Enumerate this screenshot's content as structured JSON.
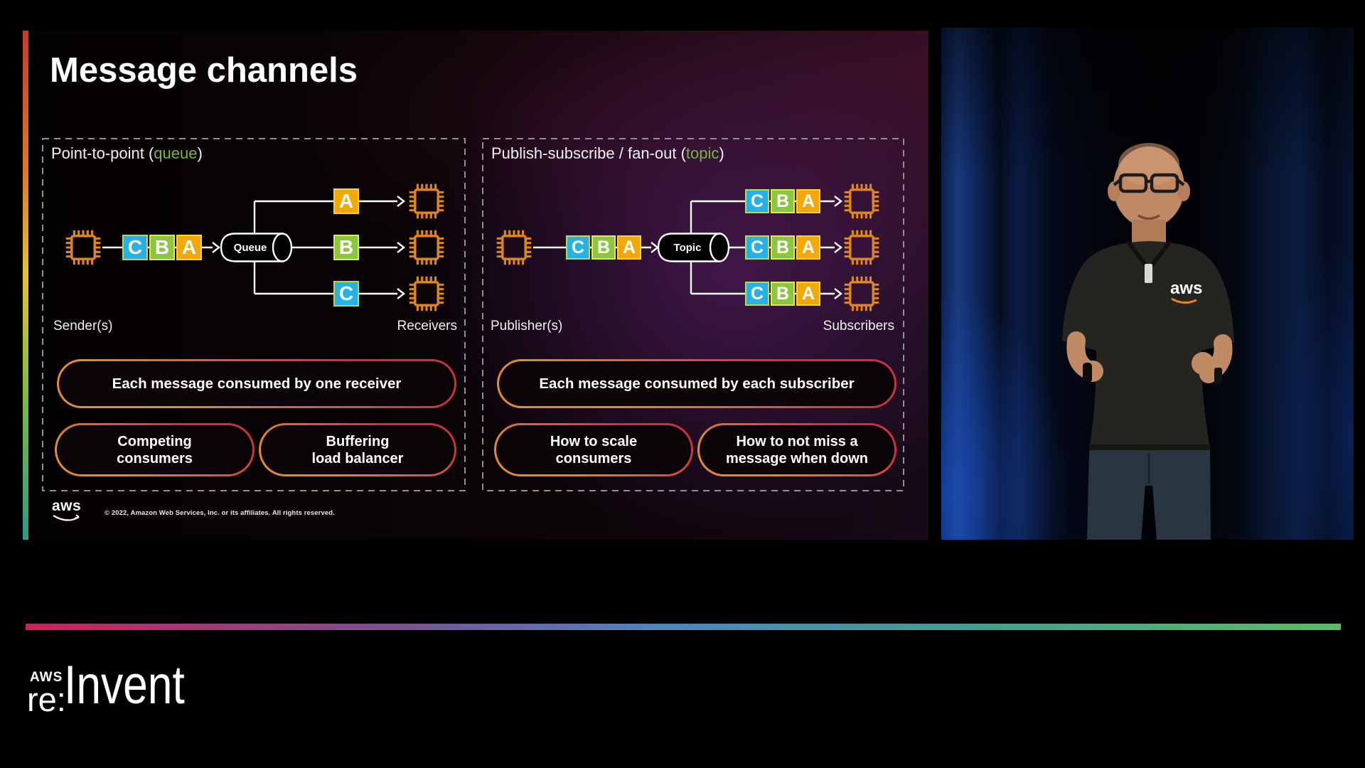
{
  "colors": {
    "accent-green": "#79b43f",
    "msg-c-fill": "#28b1e6",
    "msg-c-border": "#bcd84a",
    "msg-b-fill": "#8cc63f",
    "msg-b-border": "#d9e95c",
    "msg-a-fill": "#f0a80a",
    "msg-a-border": "#fed030",
    "chip-orange": "#e0861c",
    "pill-g1": "#e08c2e",
    "pill-g2": "#c63440",
    "panel-dash": "#8d9394",
    "vbar-1": "#c43a2c",
    "vbar-2": "#dd7a28",
    "vbar-3": "#e5c235",
    "vbar-4": "#7fb944",
    "vbar-5": "#2f9a86",
    "hbar-1": "#cf1f5e",
    "hbar-2": "#7e4f96",
    "hbar-3": "#4b85c4",
    "hbar-4": "#3aa394",
    "hbar-5": "#55c05e"
  },
  "slide": {
    "title": "Message channels",
    "panels": [
      {
        "header": {
          "pre": "Point-to-point (",
          "accent": "queue",
          "post": ")"
        },
        "source_label": "Sender(s)",
        "dest_label": "Receivers",
        "channel_label": "Queue",
        "message_letters": [
          "C",
          "B",
          "A"
        ],
        "branch_letters": [
          "A",
          "B",
          "C"
        ],
        "main_pill": "Each message consumed by one receiver",
        "sub_pills": [
          {
            "line1": "Competing",
            "line2": "consumers"
          },
          {
            "line1": "Buffering",
            "line2": "load balancer"
          }
        ]
      },
      {
        "header": {
          "pre": "Publish-subscribe / fan-out (",
          "accent": "topic",
          "post": ")"
        },
        "source_label": "Publisher(s)",
        "dest_label": "Subscribers",
        "channel_label": "Topic",
        "message_letters": [
          "C",
          "B",
          "A"
        ],
        "main_pill": "Each message consumed by each subscriber",
        "sub_pills": [
          {
            "line1": "How to scale",
            "line2": "consumers"
          },
          {
            "line1": "How to not miss a",
            "line2": "message when down"
          }
        ]
      }
    ],
    "footer": {
      "logo_text": "aws",
      "copyright": "© 2022, Amazon Web Services, Inc. or its affiliates. All rights reserved."
    }
  },
  "presenter": {
    "shirt_logo": "aws"
  },
  "branding": {
    "aws": "AWS",
    "re": "re:",
    "invent": "Invent"
  }
}
